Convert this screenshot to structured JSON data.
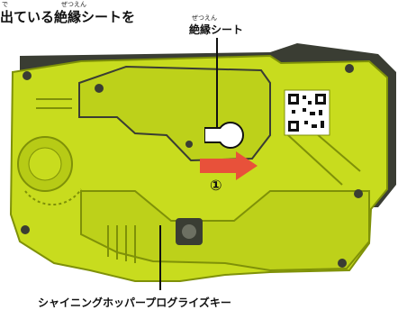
{
  "heading": {
    "text": "出ている絶縁シートを",
    "ruby_1": "で",
    "ruby_2": "ぜつえん"
  },
  "callouts": {
    "insulation_sheet": "絶縁シート",
    "insulation_sheet_ruby": "ぜつえん",
    "product_name": "シャイニングホッパープログライズキー"
  },
  "step_marker": "①",
  "colors": {
    "body": "#c8dc1e",
    "body_dark": "#a6bb14",
    "body_shadow": "#7f9108",
    "frame": "#3a3d33",
    "arrow": "#e8513a",
    "sheet": "#ffffff"
  },
  "icons": {
    "qr": "qr-code-icon",
    "arrow": "pull-arrow-icon"
  }
}
